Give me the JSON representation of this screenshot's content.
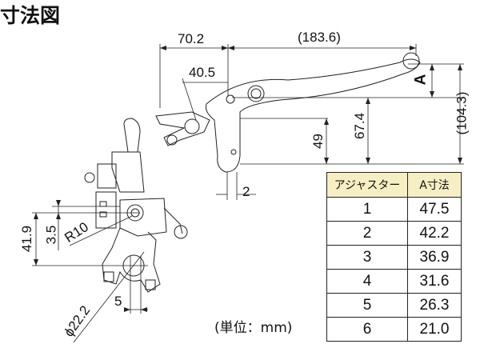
{
  "title": "寸法図",
  "dimensions": {
    "d70_2": "70.2",
    "d183_6": "(183.6)",
    "d40_5": "40.5",
    "a_label": "A",
    "d104_3": "(104.3)",
    "d67_4": "67.4",
    "d49": "49",
    "d2": "2",
    "d41_9": "41.9",
    "d3_5": "3.5",
    "r10": "R10",
    "phi22_2": "ϕ22.2",
    "d5": "5"
  },
  "unit_note": "(単位：mm)",
  "table": {
    "headers": [
      "アジャスター",
      "A寸法"
    ],
    "rows": [
      [
        "1",
        "47.5"
      ],
      [
        "2",
        "42.2"
      ],
      [
        "3",
        "36.9"
      ],
      [
        "4",
        "31.6"
      ],
      [
        "5",
        "26.3"
      ],
      [
        "6",
        "21.0"
      ]
    ],
    "header_bg": "#f6efc4"
  }
}
